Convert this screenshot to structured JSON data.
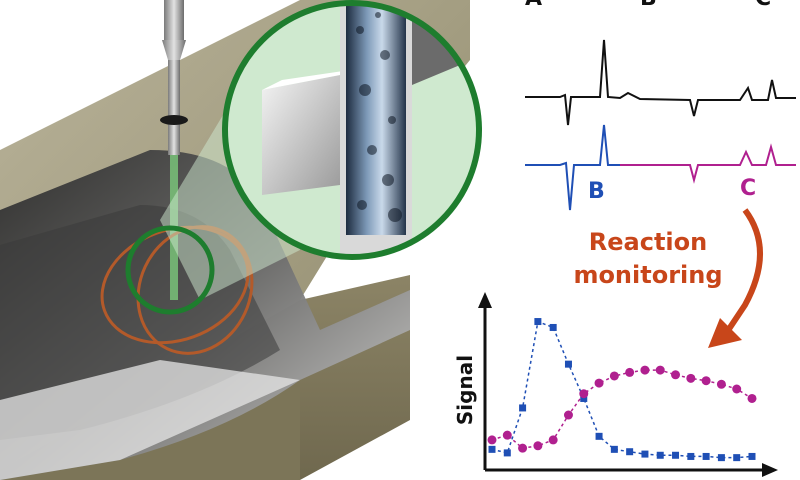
{
  "top_labels": {
    "a": "A",
    "b": "B",
    "c": "C"
  },
  "spectra": {
    "label_b": "B",
    "label_c": "C",
    "colors": {
      "combined": "#111111",
      "b": "#1f4fb5",
      "c": "#b0208f"
    }
  },
  "reaction_label": {
    "line1": "Reaction",
    "line2": "monitoring",
    "color": "#c8461a"
  },
  "plot": {
    "ylabel": "Signal",
    "series": [
      {
        "color": "#1f4fb5",
        "marker": "square",
        "values": [
          0.9,
          0.6,
          4.4,
          11.7,
          11.2,
          8.1,
          5.2,
          2.0,
          0.9,
          0.7,
          0.5,
          0.4,
          0.4,
          0.3,
          0.3,
          0.2,
          0.2,
          0.3
        ]
      },
      {
        "color": "#b0208f",
        "marker": "circle",
        "values": [
          1.7,
          2.1,
          1.0,
          1.2,
          1.7,
          3.8,
          5.6,
          6.5,
          7.1,
          7.4,
          7.6,
          7.6,
          7.2,
          6.9,
          6.7,
          6.4,
          6.0,
          5.2
        ]
      }
    ]
  },
  "colors": {
    "inset_green": "#1e7d2e",
    "inset_fill": "#cfe9cf",
    "coil": "#b35a2a"
  }
}
